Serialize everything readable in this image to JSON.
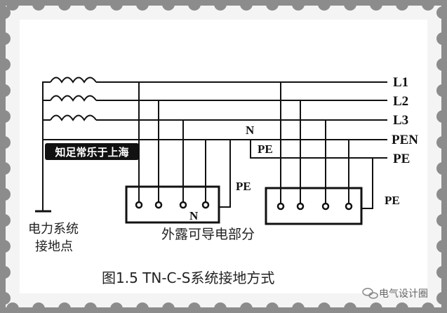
{
  "diagram": {
    "line_labels": [
      "L1",
      "L2",
      "L3",
      "PEN",
      "PE"
    ],
    "n_label_bus": "N",
    "n_label_box": "N",
    "pe_label_branch": "PE",
    "pe_label_left": "PE",
    "pe_label_right": "PE",
    "ground_label_line1": "电力系统",
    "ground_label_line2": "接地点",
    "equipment_label": "外露可导电部分",
    "stamp_label": "知足常乐于上海",
    "caption": "图1.5  TN-C-S系统接地方式",
    "watermark": "电气设计圈"
  }
}
